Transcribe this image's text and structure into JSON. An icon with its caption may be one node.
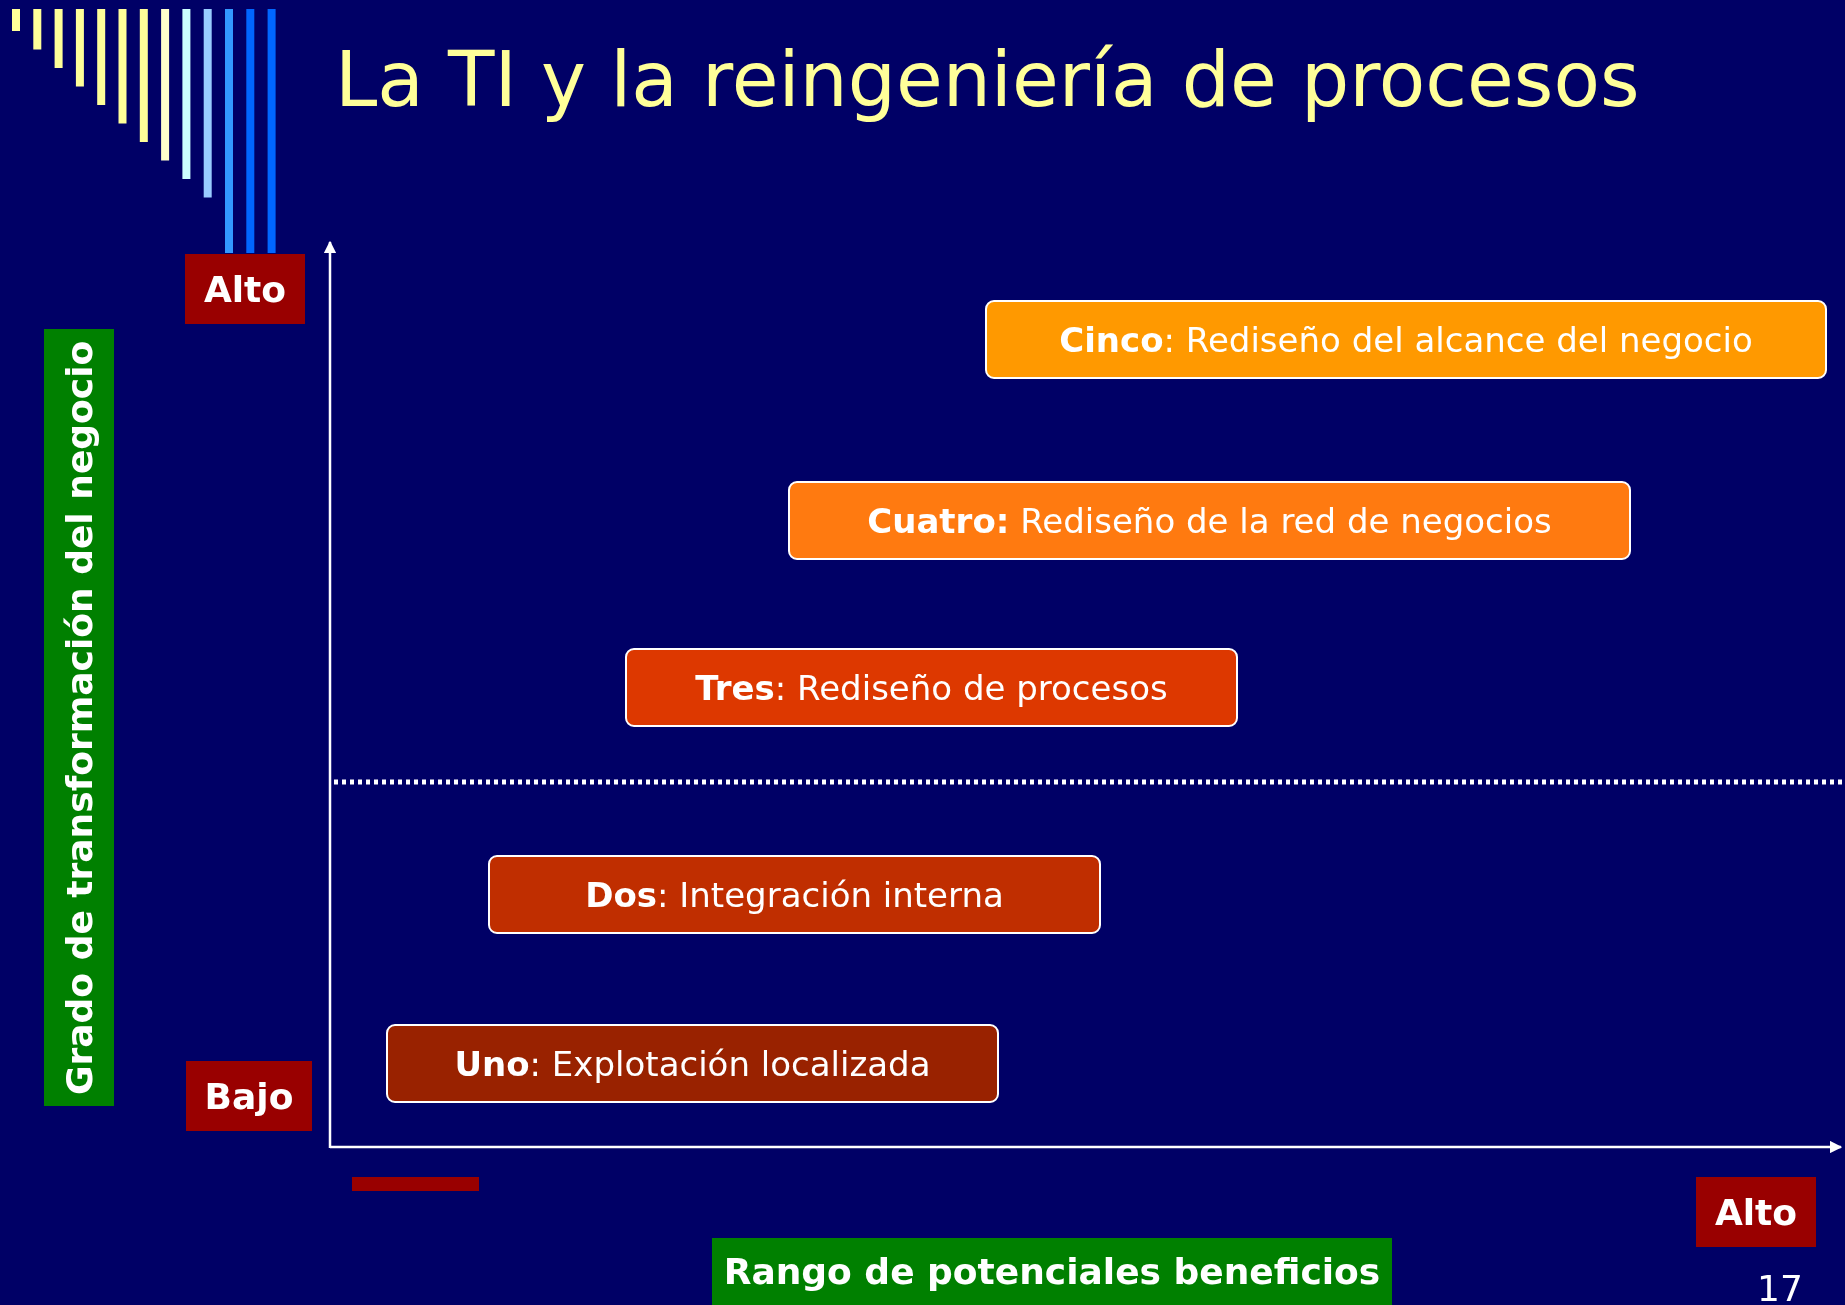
{
  "diagram": {
    "title": "La TI y la reingeniería de procesos",
    "nodes": [
      {
        "text": [
          "**Cinco**: Rediseño del alcance del negocio"
        ]
      },
      {
        "text": [
          "**Cuatro:** Rediseño de la red de negocios"
        ]
      },
      {
        "text": [
          "**Tres**: Rediseño de procesos"
        ]
      },
      {
        "text": [
          "**Dos**: Integración interna"
        ]
      },
      {
        "text": [
          "**Uno**: Explotación localizada"
        ]
      },
      {
        "text": [],
        "shape": "bar"
      }
    ],
    "edges": [],
    "labels": [
      "Alto",
      "Grado de transformación del negocio",
      "Bajo",
      "Alto",
      "Rango de potenciales beneficios",
      "17"
    ]
  }
}
